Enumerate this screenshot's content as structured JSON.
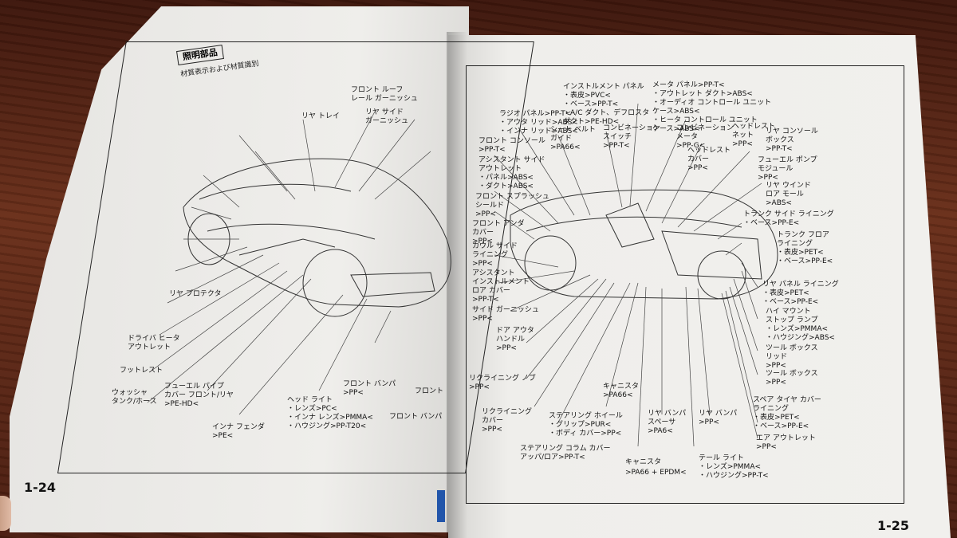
{
  "left_page": {
    "section_label": "照明部品",
    "header_line": "材質表示および材質識別",
    "page_number": "1-24",
    "callouts": [
      {
        "text": "フロント ルーフ"
      },
      {
        "text": "レール ガーニッシュ"
      },
      {
        "text": "リヤ サイド"
      },
      {
        "text": "ガーニッシュ"
      },
      {
        "text": "リヤ トレイ"
      },
      {
        "text": "フロント バンパ"
      },
      {
        "text": ">PP<"
      },
      {
        "text": "ヘッド ライト"
      },
      {
        "text": "・レンズ>PC<"
      },
      {
        "text": "・インナ レンズ>PMMA<"
      },
      {
        "text": "・ハウジング>PP-T20<"
      },
      {
        "text": "インナ フェンダ"
      },
      {
        "text": ">PE<"
      },
      {
        "text": "フューエル パイプ"
      },
      {
        "text": "カバー フロント/リヤ"
      },
      {
        "text": ">PE-HD<"
      },
      {
        "text": "ウォッシャ"
      },
      {
        "text": "タンク/ホース"
      },
      {
        "text": "フットレスト"
      },
      {
        "text": "ドライバ ヒータ"
      },
      {
        "text": "アウトレット"
      },
      {
        "text": "リヤ プロテクタ"
      },
      {
        "text": "フロント"
      },
      {
        "text": "フロント バンパ"
      }
    ]
  },
  "right_page": {
    "page_number": "1-25",
    "callouts": [
      {
        "text": "インストルメント パネル"
      },
      {
        "text": "・表皮>PVC<"
      },
      {
        "text": "・ベース>PP-T<"
      },
      {
        "text": "・A/C ダクト、デフロスタ"
      },
      {
        "text": "ダクト>PE-HD<"
      },
      {
        "text": "メータ パネル>PP-T<"
      },
      {
        "text": "・アウトレット ダクト>ABS<"
      },
      {
        "text": "・オーディオ コントロール ユニット"
      },
      {
        "text": "ケース>ABS<"
      },
      {
        "text": "・ヒータ コントロール ユニット"
      },
      {
        "text": "ケース>ABS<"
      },
      {
        "text": "ラジオ パネル>PP-T<"
      },
      {
        "text": "・アウタ リッド>ABS<"
      },
      {
        "text": "・インナ リッド>ABS<"
      },
      {
        "text": "シート ベルト"
      },
      {
        "text": "ガイド"
      },
      {
        "text": ">PA66<"
      },
      {
        "text": "コンビネーション"
      },
      {
        "text": "スイッチ"
      },
      {
        "text": ">PP-T<"
      },
      {
        "text": "コンビネーション"
      },
      {
        "text": "メータ"
      },
      {
        "text": ">PP-G<"
      },
      {
        "text": "ヘッドレスト"
      },
      {
        "text": "ネット"
      },
      {
        "text": ">PP<"
      },
      {
        "text": "リヤ コンソール"
      },
      {
        "text": "ボックス"
      },
      {
        "text": ">PP-T<"
      },
      {
        "text": "フロント コンソール"
      },
      {
        "text": ">PP-T<"
      },
      {
        "text": "ヘッドレスト"
      },
      {
        "text": "カバー"
      },
      {
        "text": ">PP<"
      },
      {
        "text": "フューエル ポンプ"
      },
      {
        "text": "モジュール"
      },
      {
        "text": ">PP<"
      },
      {
        "text": "リヤ ウインド"
      },
      {
        "text": "ロア モール"
      },
      {
        "text": ">ABS<"
      },
      {
        "text": "アシスタント サイド"
      },
      {
        "text": "アウトレット"
      },
      {
        "text": "・パネル>ABS<"
      },
      {
        "text": "・ダクト>ABS<"
      },
      {
        "text": "フロント スプラッシュ"
      },
      {
        "text": "シールド"
      },
      {
        "text": ">PP<"
      },
      {
        "text": "フロント アンダ"
      },
      {
        "text": "カバー"
      },
      {
        "text": ">PP<"
      },
      {
        "text": "トランク サイド ライニング"
      },
      {
        "text": "・ベース>PP-E<"
      },
      {
        "text": "トランク フロア"
      },
      {
        "text": "ライニング"
      },
      {
        "text": "・表皮>PET<"
      },
      {
        "text": "・ベース>PP-E<"
      },
      {
        "text": "カウル サイド"
      },
      {
        "text": "ライニング"
      },
      {
        "text": ">PP<"
      },
      {
        "text": "アシスタント"
      },
      {
        "text": "インストルメント"
      },
      {
        "text": "ロア カバー"
      },
      {
        "text": ">PP-T<"
      },
      {
        "text": "リヤ パネル ライニング"
      },
      {
        "text": "・表皮>PET<"
      },
      {
        "text": "・ベース>PP-E<"
      },
      {
        "text": "ハイ マウント"
      },
      {
        "text": "ストップ ランプ"
      },
      {
        "text": "・レンズ>PMMA<"
      },
      {
        "text": "・ハウジング>ABS<"
      },
      {
        "text": "サイド ガーニッシュ"
      },
      {
        "text": ">PP<"
      },
      {
        "text": "ドア アウタ"
      },
      {
        "text": "ハンドル"
      },
      {
        "text": ">PP<"
      },
      {
        "text": "ツール ボックス"
      },
      {
        "text": "リッド"
      },
      {
        "text": ">PP<"
      },
      {
        "text": "ツール ボックス"
      },
      {
        "text": ">PP<"
      },
      {
        "text": "リクライニング ノブ"
      },
      {
        "text": ">PP<"
      },
      {
        "text": "キャニスタ"
      },
      {
        "text": ">PA66<"
      },
      {
        "text": "リクライニング"
      },
      {
        "text": "カバー"
      },
      {
        "text": ">PP<"
      },
      {
        "text": "ステアリング ホイール"
      },
      {
        "text": "・グリップ>PUR<"
      },
      {
        "text": "・ボディ カバー>PP<"
      },
      {
        "text": "リヤ バンパ"
      },
      {
        "text": "スペーサ"
      },
      {
        "text": ">PA6<"
      },
      {
        "text": "リヤ バンパ"
      },
      {
        "text": ">PP<"
      },
      {
        "text": "スペア タイヤ カバー"
      },
      {
        "text": "ライニング"
      },
      {
        "text": "・表皮>PET<"
      },
      {
        "text": "・ベース>PP-E<"
      },
      {
        "text": "エア アウトレット"
      },
      {
        "text": ">PP<"
      },
      {
        "text": "ステアリング コラム カバー"
      },
      {
        "text": "アッパ/ロア>PP-T<"
      },
      {
        "text": "キャニスタ"
      },
      {
        "text": ">PA66 + EPDM<"
      },
      {
        "text": "テール ライト"
      },
      {
        "text": "・レンズ>PMMA<"
      },
      {
        "text": "・ハウジング>PP-T<"
      }
    ]
  }
}
